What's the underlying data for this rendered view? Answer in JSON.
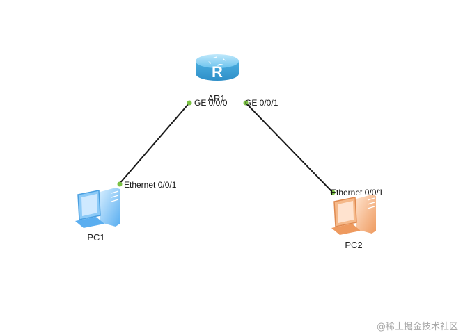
{
  "devices": {
    "router": {
      "name": "AR1",
      "icon": "router-icon",
      "color": "#5bb8e8"
    },
    "pc1": {
      "name": "PC1",
      "icon": "pc-icon",
      "color": "#6cb8f0"
    },
    "pc2": {
      "name": "PC2",
      "icon": "pc-icon",
      "color": "#f0a070"
    }
  },
  "links": [
    {
      "from": "AR1",
      "to": "PC1",
      "from_port": "GE 0/0/0",
      "to_port": "Ethernet 0/0/1"
    },
    {
      "from": "AR1",
      "to": "PC2",
      "from_port": "GE 0/0/1",
      "to_port": "Ethernet 0/0/1"
    }
  ],
  "colors": {
    "link_line": "#1a1a1a",
    "port_dot": "#7ac143"
  },
  "watermark": "@稀土掘金技术社区"
}
